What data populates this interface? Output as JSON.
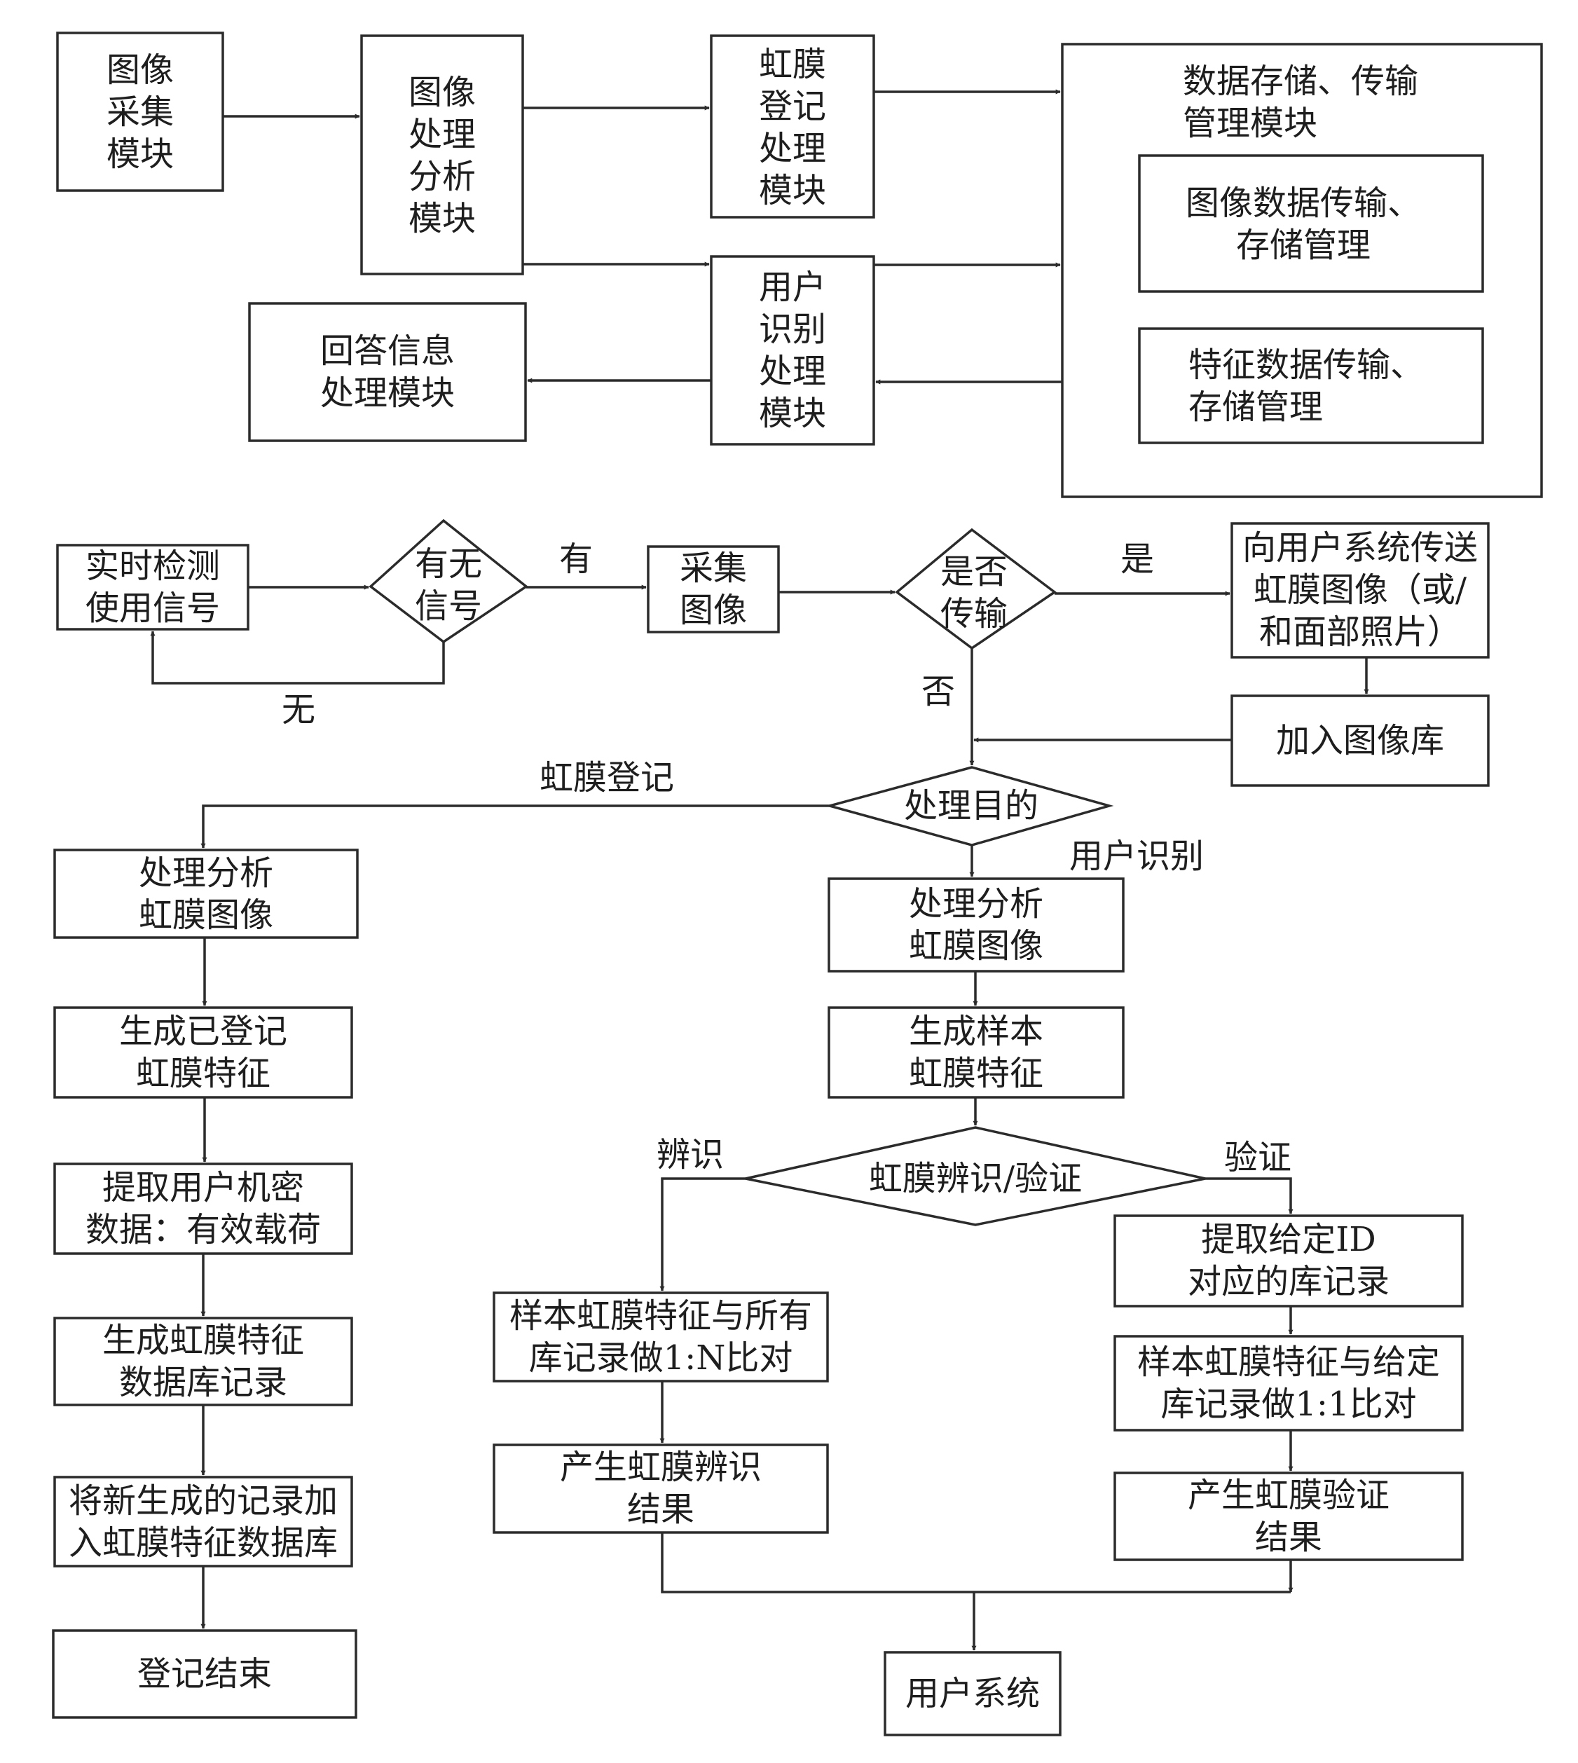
{
  "arch": {
    "acquisition": "图像\n采集\n模块",
    "analysis": "图像\n处理\n分析\n模块",
    "enroll_proc": "虹膜\n登记\n处理\n模块",
    "ident_proc": "用户\n识别\n处理\n模块",
    "reply": "回答信息\n处理模块",
    "storage_title": "数据存储、传输\n管理模块",
    "image_data": "图像数据传输、\n存储管理",
    "feature_data": "特征数据传输、\n存储管理"
  },
  "flow": {
    "detect": "实时检测\n使用信号",
    "has_signal": "有无\n信号",
    "yes_signal": "有",
    "no_signal": "无",
    "capture": "采集\n图像",
    "transmit_q": "是否\n传输",
    "yes": "是",
    "no": "否",
    "send": "向用户系统传送\n虹膜图像（或/\n和面部照片）",
    "add_lib": "加入图像库",
    "purpose": "处理目的",
    "enroll_branch": "虹膜登记",
    "ident_branch": "用户识别",
    "left": {
      "analyze": "处理分析\n虹膜图像",
      "gen_enrolled": "生成已登记\n虹膜特征",
      "extract": "提取用户机密\n数据：有效载荷",
      "gen_record": "生成虹膜特征\n数据库记录",
      "add_db": "将新生成的记录加\n入虹膜特征数据库",
      "end": "登记结束"
    },
    "right": {
      "analyze": "处理分析\n虹膜图像",
      "gen_sample": "生成样本\n虹膜特征",
      "decision": "虹膜辨识/验证",
      "identify": "辨识",
      "verify": "验证",
      "match_n": "样本虹膜特征与所有\n库记录做1:N比对",
      "ident_result": "产生虹膜辨识\n结果",
      "fetch": "提取给定ID\n对应的库记录",
      "match_1": "样本虹膜特征与给定\n库记录做1:1比对",
      "verify_result": "产生虹膜验证\n结果",
      "user_system": "用户系统"
    }
  }
}
